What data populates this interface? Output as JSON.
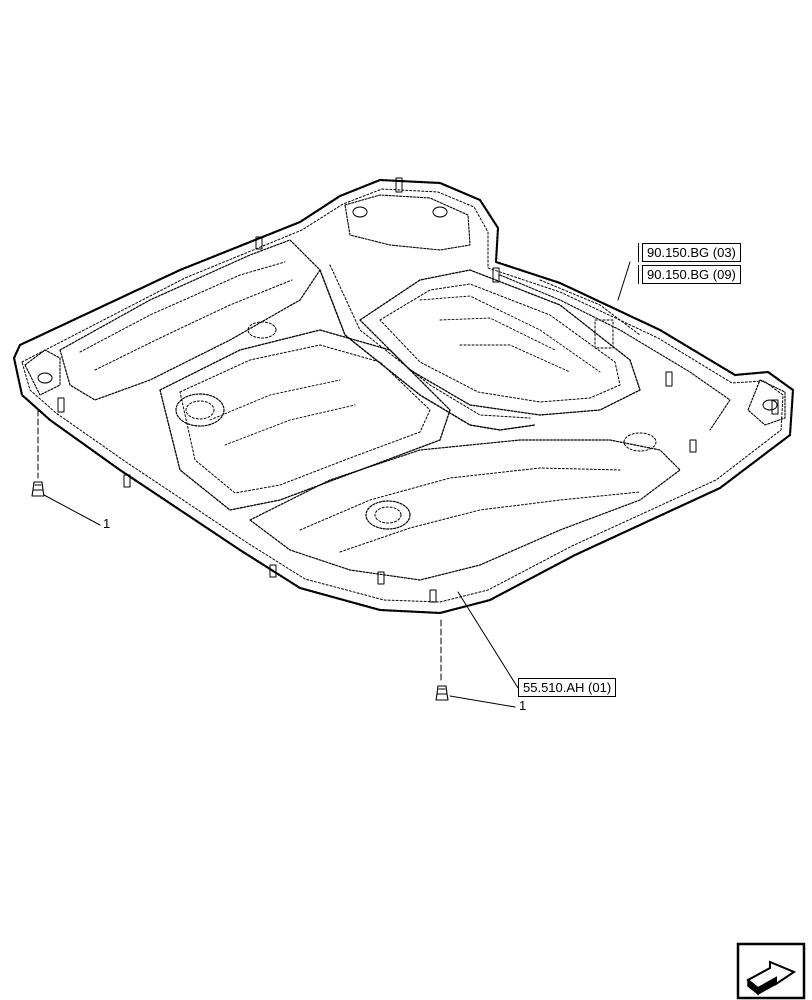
{
  "references": {
    "ref_1": "90.150.BG (03)",
    "ref_2": "90.150.BG (09)",
    "ref_3": "55.510.AH (01)"
  },
  "callouts": {
    "item_left": "1",
    "item_center": "1"
  },
  "icons": {
    "navigation": "next-page-arrow-icon"
  },
  "colors": {
    "line": "#000000",
    "background": "#ffffff"
  }
}
